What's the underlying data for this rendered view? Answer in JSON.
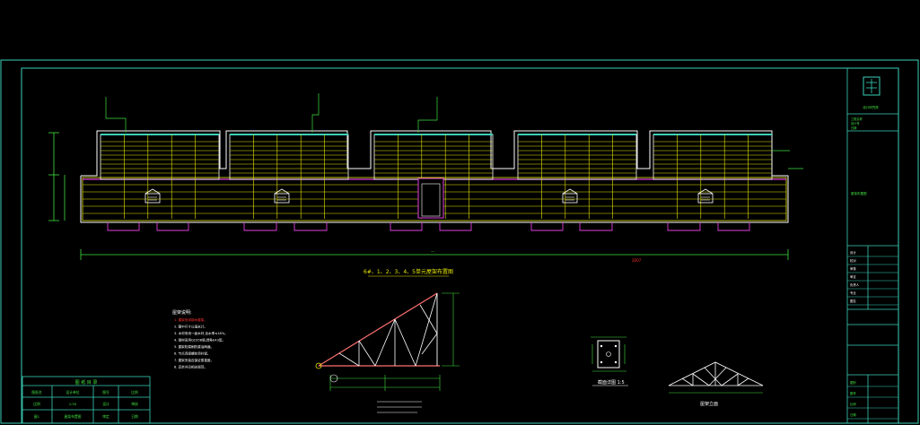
{
  "main_drawing": {
    "caption": "6#、1、2、3、4、5单元屋架布置图",
    "units": 5,
    "sheet_label": "2007"
  },
  "notes": {
    "title": "屋架说明:",
    "lines": [
      "1. 屋架采用钢木屋架。",
      "2. 图中尺寸以毫米计。",
      "3. 木材采用一级木材,含水率≤18%。",
      "4. 钢材采用Q235B钢,焊条E43型。",
      "5. 屋架防腐刷防腐油两遍。",
      "6. 节点连接螺栓须拧紧。",
      "7. 屋架安装应保证垂直度。",
      "8. 其余详见相关规范。"
    ]
  },
  "details": {
    "section_label": "截面详图 1:5",
    "truss_label": "屋架立面"
  },
  "bottom_table": {
    "header": "图 纸 目 录",
    "row1": [
      "图纸名",
      "设计单位",
      "图号",
      "比例"
    ],
    "row2": [
      "比例",
      "1:50",
      "设计",
      "审核"
    ],
    "row3": [
      "屋1",
      "屋架布置图",
      "审定",
      "日期"
    ]
  },
  "title_block": {
    "company_label": "设计研究院",
    "row_labels": [
      "工程名称",
      "设计号",
      "日期"
    ],
    "project_label": "屋架布置图",
    "labels": [
      "设计",
      "校对",
      "审核",
      "审定",
      "负责人",
      "专业",
      "图名"
    ],
    "footer_rows": [
      "图别",
      "图号",
      "比例",
      "日期"
    ]
  },
  "colors": {
    "frame": "#3ad0b8",
    "outline": "#ffffff",
    "truss_yellow": "#e6e600",
    "purlin_magenta": "#e040e0",
    "dimension_green": "#40e040",
    "bg": "#000000"
  }
}
